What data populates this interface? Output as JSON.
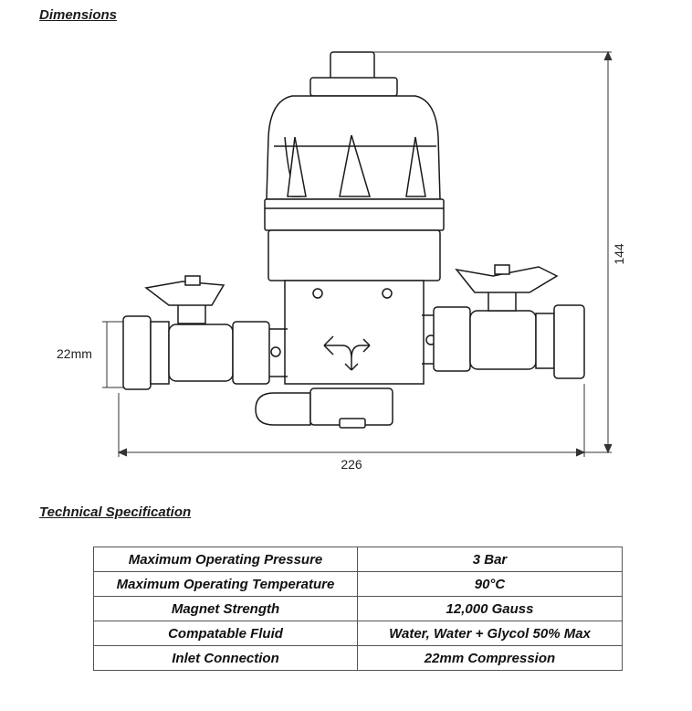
{
  "dimensions": {
    "heading": "Dimensions",
    "height_label": "144",
    "width_label": "226",
    "inlet_label": "22mm"
  },
  "spec": {
    "heading": "Technical Specification",
    "rows": [
      {
        "key": "Maximum Operating Pressure",
        "value": "3 Bar"
      },
      {
        "key": "Maximum Operating Temperature",
        "value": "90°C"
      },
      {
        "key": "Magnet Strength",
        "value": "12,000 Gauss"
      },
      {
        "key": "Compatable Fluid",
        "value": "Water, Water + Glycol 50% Max"
      },
      {
        "key": "Inlet Connection",
        "value": "22mm Compression"
      }
    ]
  }
}
